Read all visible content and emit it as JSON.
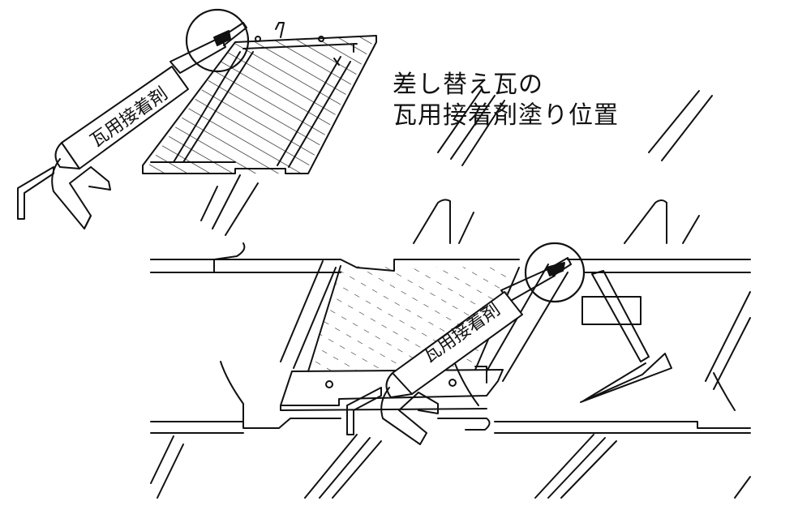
{
  "caption": {
    "line1": "差し替え瓦の",
    "line2": "瓦用接着剤塗り位置"
  },
  "tube_label": "瓦用接着剤",
  "colors": {
    "ink": "#111111",
    "paper": "#ffffff"
  }
}
